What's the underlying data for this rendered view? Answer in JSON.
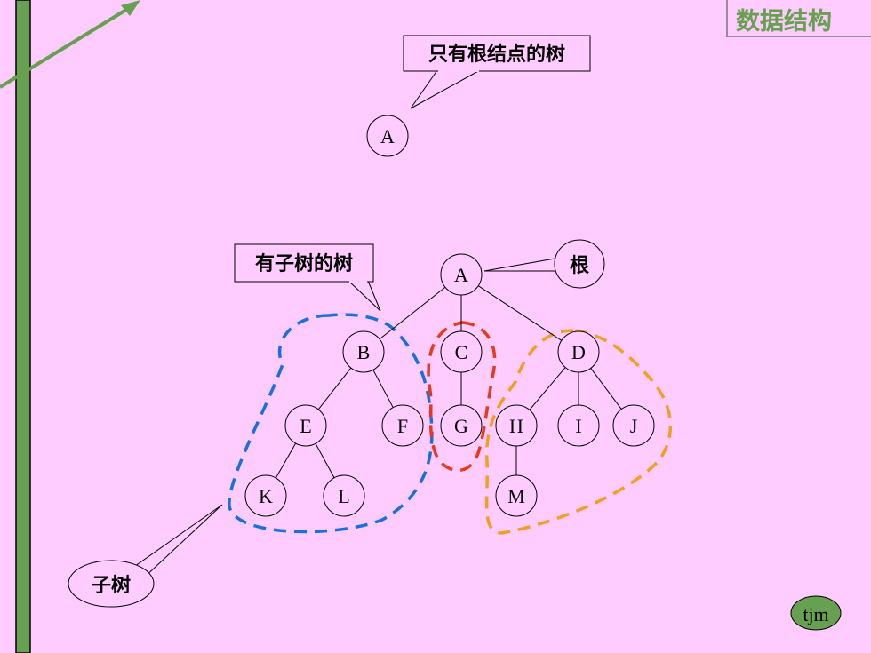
{
  "header": {
    "title": "数据结构"
  },
  "callouts": {
    "root_only": "只有根结点的树",
    "with_subtrees": "有子树的树",
    "root": "根",
    "subtree": "子树"
  },
  "single_tree": {
    "root_label": "A"
  },
  "tree": {
    "nodes": {
      "A": "A",
      "B": "B",
      "C": "C",
      "D": "D",
      "E": "E",
      "F": "F",
      "G": "G",
      "H": "H",
      "I": "I",
      "J": "J",
      "K": "K",
      "L": "L",
      "M": "M"
    },
    "edges": [
      [
        "A",
        "B"
      ],
      [
        "A",
        "C"
      ],
      [
        "A",
        "D"
      ],
      [
        "B",
        "E"
      ],
      [
        "B",
        "F"
      ],
      [
        "C",
        "G"
      ],
      [
        "D",
        "H"
      ],
      [
        "D",
        "I"
      ],
      [
        "D",
        "J"
      ],
      [
        "E",
        "K"
      ],
      [
        "E",
        "L"
      ],
      [
        "H",
        "M"
      ]
    ]
  },
  "subtree_outline_colors": {
    "b_subtree": "#1a6fe0",
    "c_subtree": "#e83a1a",
    "d_subtree": "#f0a01e"
  },
  "footer": {
    "badge": "tjm"
  },
  "colors": {
    "background": "#ffccff",
    "bar": "#66a050",
    "title": "#66a050",
    "badge": "#66a050"
  }
}
